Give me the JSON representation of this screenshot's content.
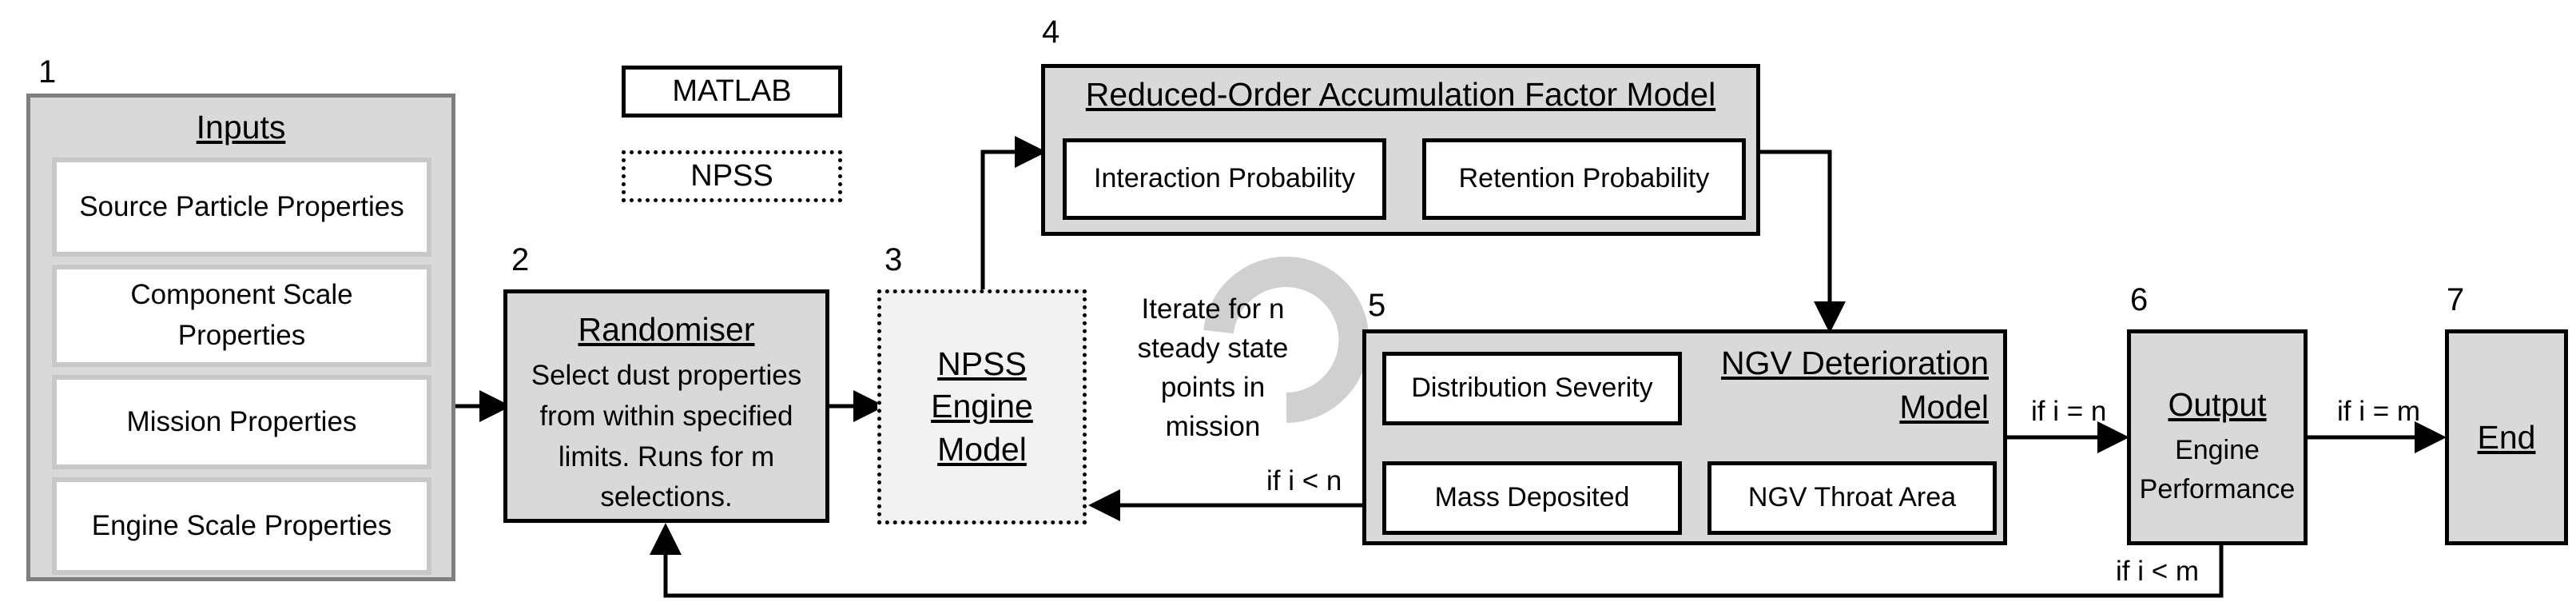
{
  "legend": {
    "solid_label": "MATLAB",
    "dotted_label": "NPSS"
  },
  "step_numbers": [
    "1",
    "2",
    "3",
    "4",
    "5",
    "6",
    "7"
  ],
  "inputs": {
    "title": "Inputs",
    "items": [
      "Source Particle Properties",
      "Component Scale Properties",
      "Mission Properties",
      "Engine Scale Properties"
    ]
  },
  "randomiser": {
    "title": "Randomiser",
    "description": "Select dust properties from within specified limits. Runs for m selections."
  },
  "npss_engine": {
    "title_lines": [
      "NPSS",
      "Engine",
      "Model"
    ]
  },
  "accumulation_model": {
    "title": "Reduced-Order Accumulation Factor Model",
    "items": [
      "Interaction Probability",
      "Retention Probability"
    ]
  },
  "iterate_note": "Iterate for n steady state points in mission",
  "ngv_model": {
    "title_lines": [
      "NGV Deterioration",
      "Model"
    ],
    "items": [
      "Distribution Severity",
      "Mass Deposited",
      "NGV Throat Area"
    ]
  },
  "output": {
    "title": "Output",
    "description": "Engine Performance"
  },
  "end": {
    "title": "End"
  },
  "conditions": {
    "i_less_n": "if i < n",
    "i_equals_n": "if i = n",
    "i_equals_m": "if i = m",
    "i_less_m": "if i < m"
  },
  "colors": {
    "box_fill": "#d9d9d9",
    "box_border": "#7f7f7f",
    "engine_fill": "#f2f2f2",
    "loop_icon": "#d0d0d0"
  }
}
